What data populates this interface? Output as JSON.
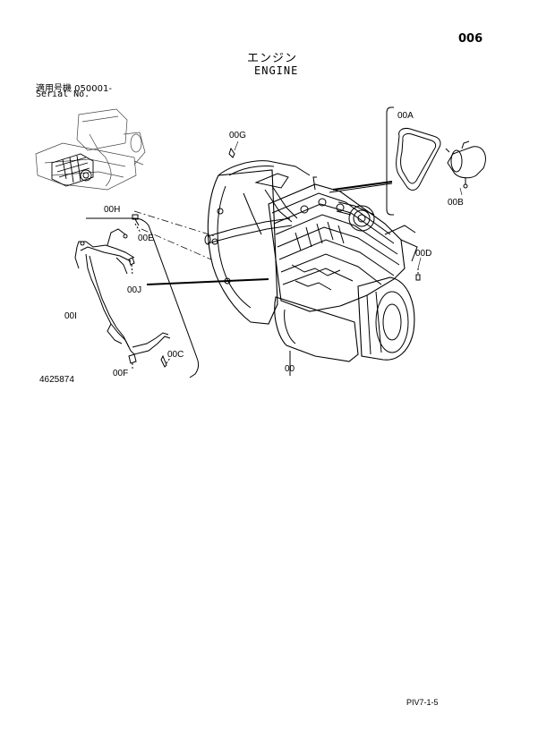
{
  "header": {
    "page_number": "006",
    "title_jp": "エンジン",
    "title_en": "ENGINE"
  },
  "serial": {
    "label_jp": "適用号機  050001-",
    "label_en": "Serial No."
  },
  "callouts": {
    "00A": "00A",
    "00B": "00B",
    "00C": "00C",
    "00D": "00D",
    "00E": "00E",
    "00F": "00F",
    "00G": "00G",
    "00H": "00H",
    "00I": "00I",
    "00J": "00J",
    "00": "00"
  },
  "footer": {
    "illustration_number": "4625874",
    "page_code": "PIV7-1-5"
  }
}
